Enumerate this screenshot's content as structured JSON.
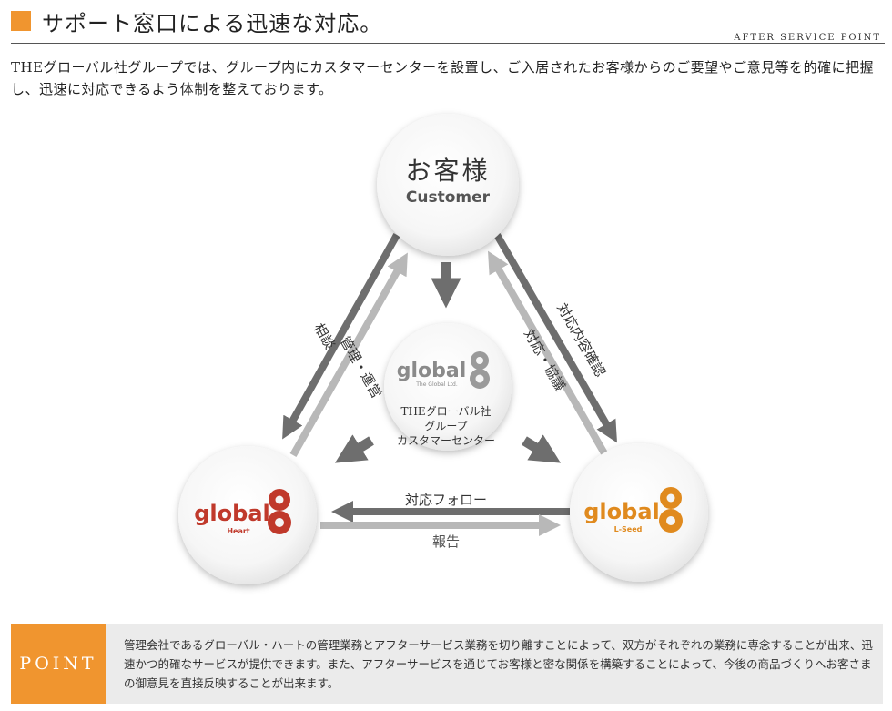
{
  "header": {
    "title": "サポート窓口による迅速な対応。",
    "subtitle": "AFTER SERVICE POINT"
  },
  "intro": "THEグローバル社グループでは、グループ内にカスタマーセンターを設置し、ご入居されたお客様からのご要望やご意見等を的確に把握し、迅速に対応できるよう体制を整えております。",
  "diagram": {
    "customer": {
      "jp": "お客様",
      "en": "Customer"
    },
    "center": {
      "logo_word": "global",
      "logo_sub": "The Global Ltd.",
      "line1": "THEグローバル社",
      "line2": "グループ",
      "line3": "カスタマーセンター"
    },
    "heart": {
      "logo_word": "global",
      "logo_sub": "Heart"
    },
    "lseed": {
      "logo_word": "global",
      "logo_sub": "L-Seed"
    },
    "labels": {
      "consult": "相談",
      "management": "管理・運営",
      "response_confirm": "対応内容確認",
      "response_discuss": "対応・協議",
      "follow": "対応フォロー",
      "report": "報告"
    },
    "colors": {
      "heart": "#c0392b",
      "lseed": "#e08a1e",
      "center_logo": "#8a8a8a",
      "arrow_dark": "#6e6e6e",
      "arrow_light": "#b8b8b8"
    }
  },
  "point": {
    "label": "POINT",
    "text": "管理会社であるグローバル・ハートの管理業務とアフターサービス業務を切り離すことによって、双方がそれぞれの業務に専念することが出来、迅速かつ的確なサービスが提供できます。また、アフターサービスを通じてお客様と密な関係を構築することによって、今後の商品づくりへお客さまの御意見を直接反映することが出来ます。"
  }
}
